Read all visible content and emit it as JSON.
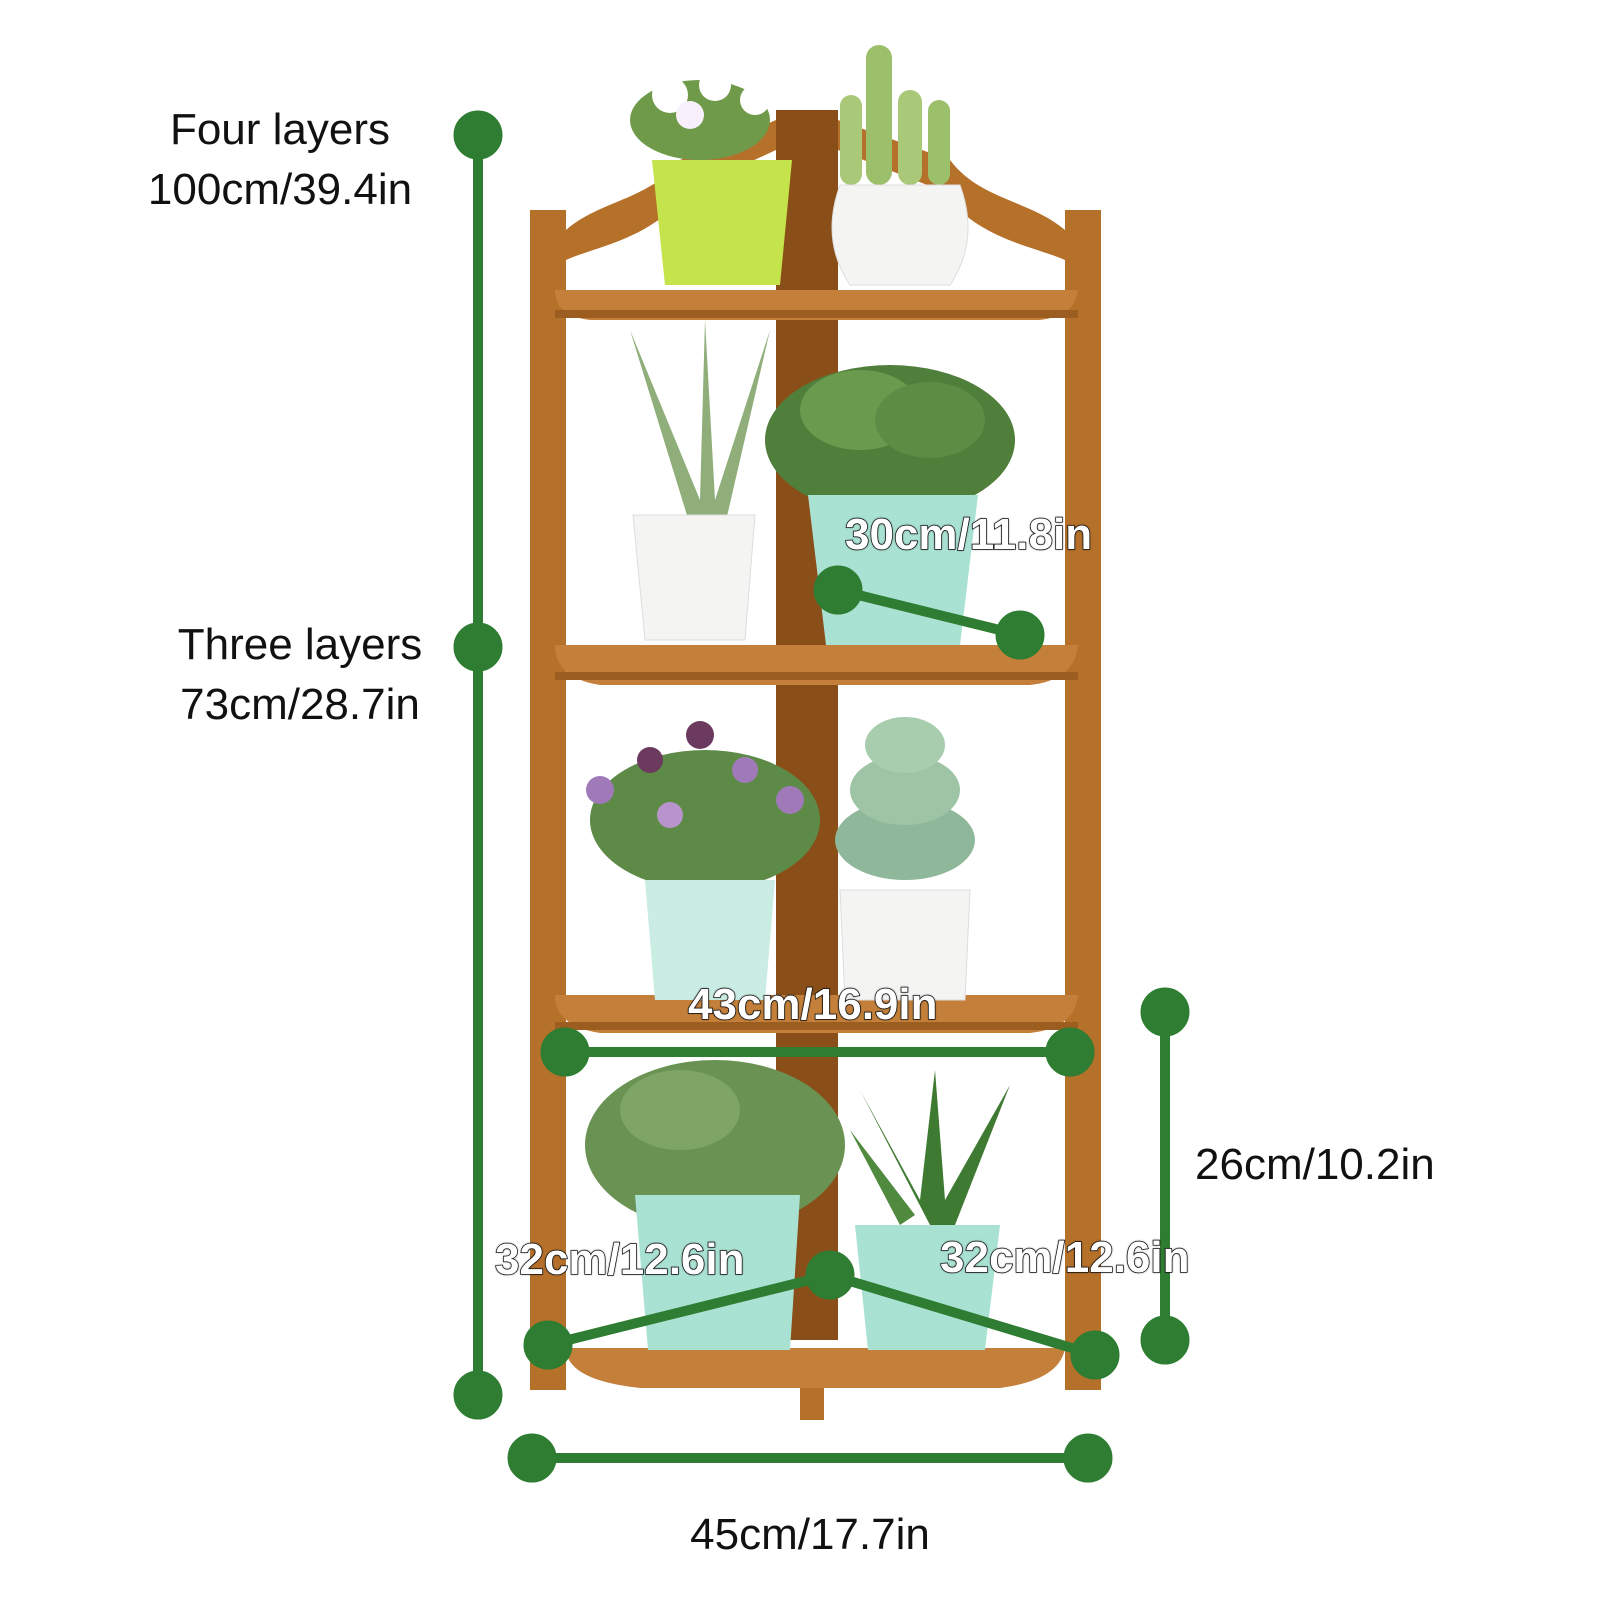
{
  "colors": {
    "dimension_green": "#2e7d32",
    "wood": "#b5702a",
    "wood_dark": "#8a4f18",
    "pot_mint": "#a9e2d3",
    "pot_white": "#f4f4f2",
    "pot_lime": "#c5e34a",
    "label_text": "#111111"
  },
  "labels": {
    "four_layers_title": "Four layers",
    "four_layers_value": "100cm/39.4in",
    "three_layers_title": "Three layers",
    "three_layers_value": "73cm/28.7in",
    "shelf_depth": "30cm/11.8in",
    "shelf_width": "43cm/16.9in",
    "layer_spacing": "26cm/10.2in",
    "side_left": "32cm/12.6in",
    "side_right": "32cm/12.6in",
    "base_width": "45cm/17.7in"
  },
  "icons": {
    "dimension_marker": "green-dot-icon",
    "product": "corner-plant-shelf"
  }
}
